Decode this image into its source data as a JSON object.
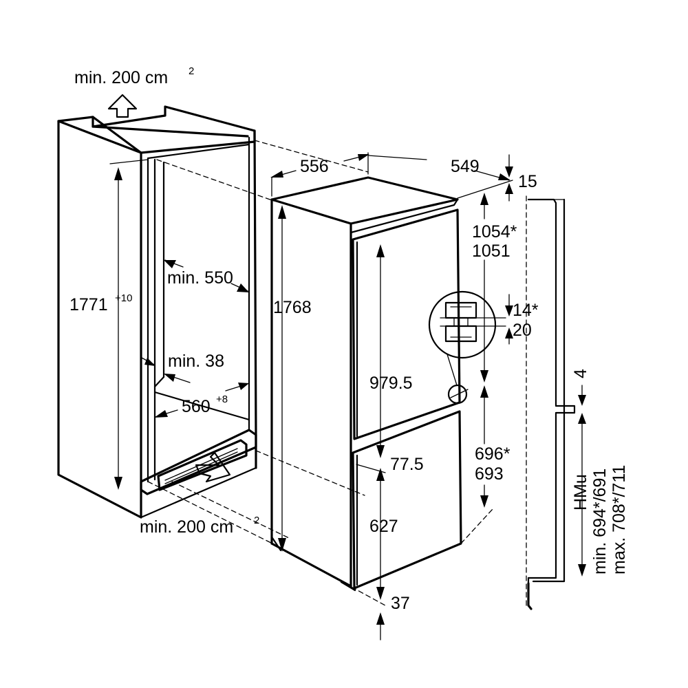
{
  "labels": {
    "vent_top": "min. 200 cm",
    "vent_top_sup": "2",
    "vent_bottom": "min. 200 cm",
    "vent_bottom_sup": "2",
    "niche_height": "1771",
    "niche_height_sup": "+10",
    "niche_depth": "min. 550",
    "side_gap": "min. 38",
    "niche_width": "560",
    "niche_width_sup": "+8",
    "width": "556",
    "depth": "549",
    "top_gap": "15",
    "height": "1768",
    "upper_door_1": "1054*",
    "upper_door_2": "1051",
    "hinge_1": "14*",
    "hinge_2": "20",
    "fridge_door": "979.5",
    "gap_middle": "77.5",
    "lower_door_1": "696*",
    "lower_door_2": "693",
    "freezer_door": "627",
    "bottom_gap": "37",
    "door_gap": "4",
    "hmu_label": "HMu",
    "hmu_min": "min. 694*/691",
    "hmu_max": "max. 708*/711"
  }
}
